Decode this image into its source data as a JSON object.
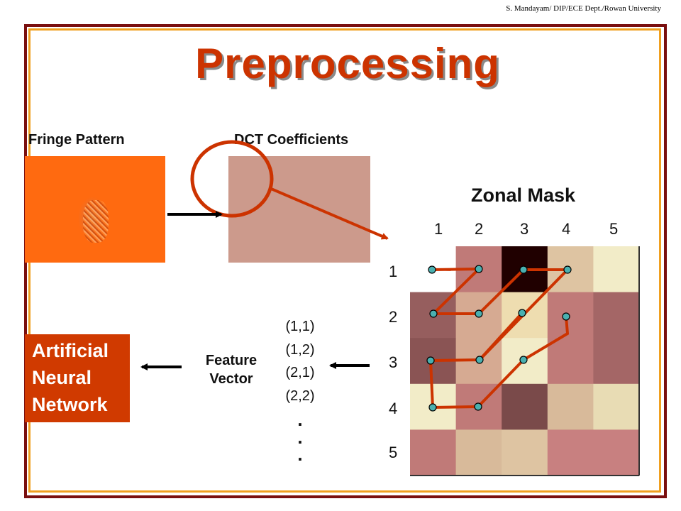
{
  "header": {
    "credit": "S. Mandayam/ DIP/ECE Dept./Rowan University"
  },
  "title": "Preprocessing",
  "labels": {
    "fringe_pattern": "Fringe Pattern",
    "dct_coefficients": "DCT Coefficients",
    "zonal_mask": "Zonal Mask",
    "feature_vector_line1": "Feature",
    "feature_vector_line2": "Vector"
  },
  "ann": {
    "line1": "Artificial",
    "line2": "Neural",
    "line3": "Network"
  },
  "zonal_grid": {
    "col_labels": [
      "1",
      "2",
      "3",
      "4",
      "5"
    ],
    "row_labels": [
      "1",
      "2",
      "3",
      "4",
      "5"
    ],
    "cell_colors": [
      [
        "#ffffff",
        "#c07a78",
        "#200000",
        "#dec4a2",
        "#f2ecc8"
      ],
      [
        "#965e5e",
        "#d6aa92",
        "#eeddb0",
        "#c07a78",
        "#a46666"
      ],
      [
        "#8a5454",
        "#d6aa92",
        "#f2ecc8",
        "#c07a78",
        "#a46666"
      ],
      [
        "#f2ecc8",
        "#c07a78",
        "#7a4a4a",
        "#d8ba9a",
        "#e8dcb4"
      ],
      [
        "#c07a78",
        "#d8ba9a",
        "#dec4a2",
        "#c88080",
        "#c88080"
      ]
    ]
  },
  "feature_list": [
    "(1,1)",
    "(1,2)",
    "(2,1)",
    "(2,2)"
  ],
  "feature_list_dots": [
    ".",
    ".",
    "."
  ],
  "colors": {
    "title": "#cc3300",
    "frame_outer": "#7a0f0f",
    "frame_inner": "#f0a020",
    "zigzag": "#cc3300",
    "node": "#4ab0b0",
    "ann_box": "#d03a00"
  }
}
